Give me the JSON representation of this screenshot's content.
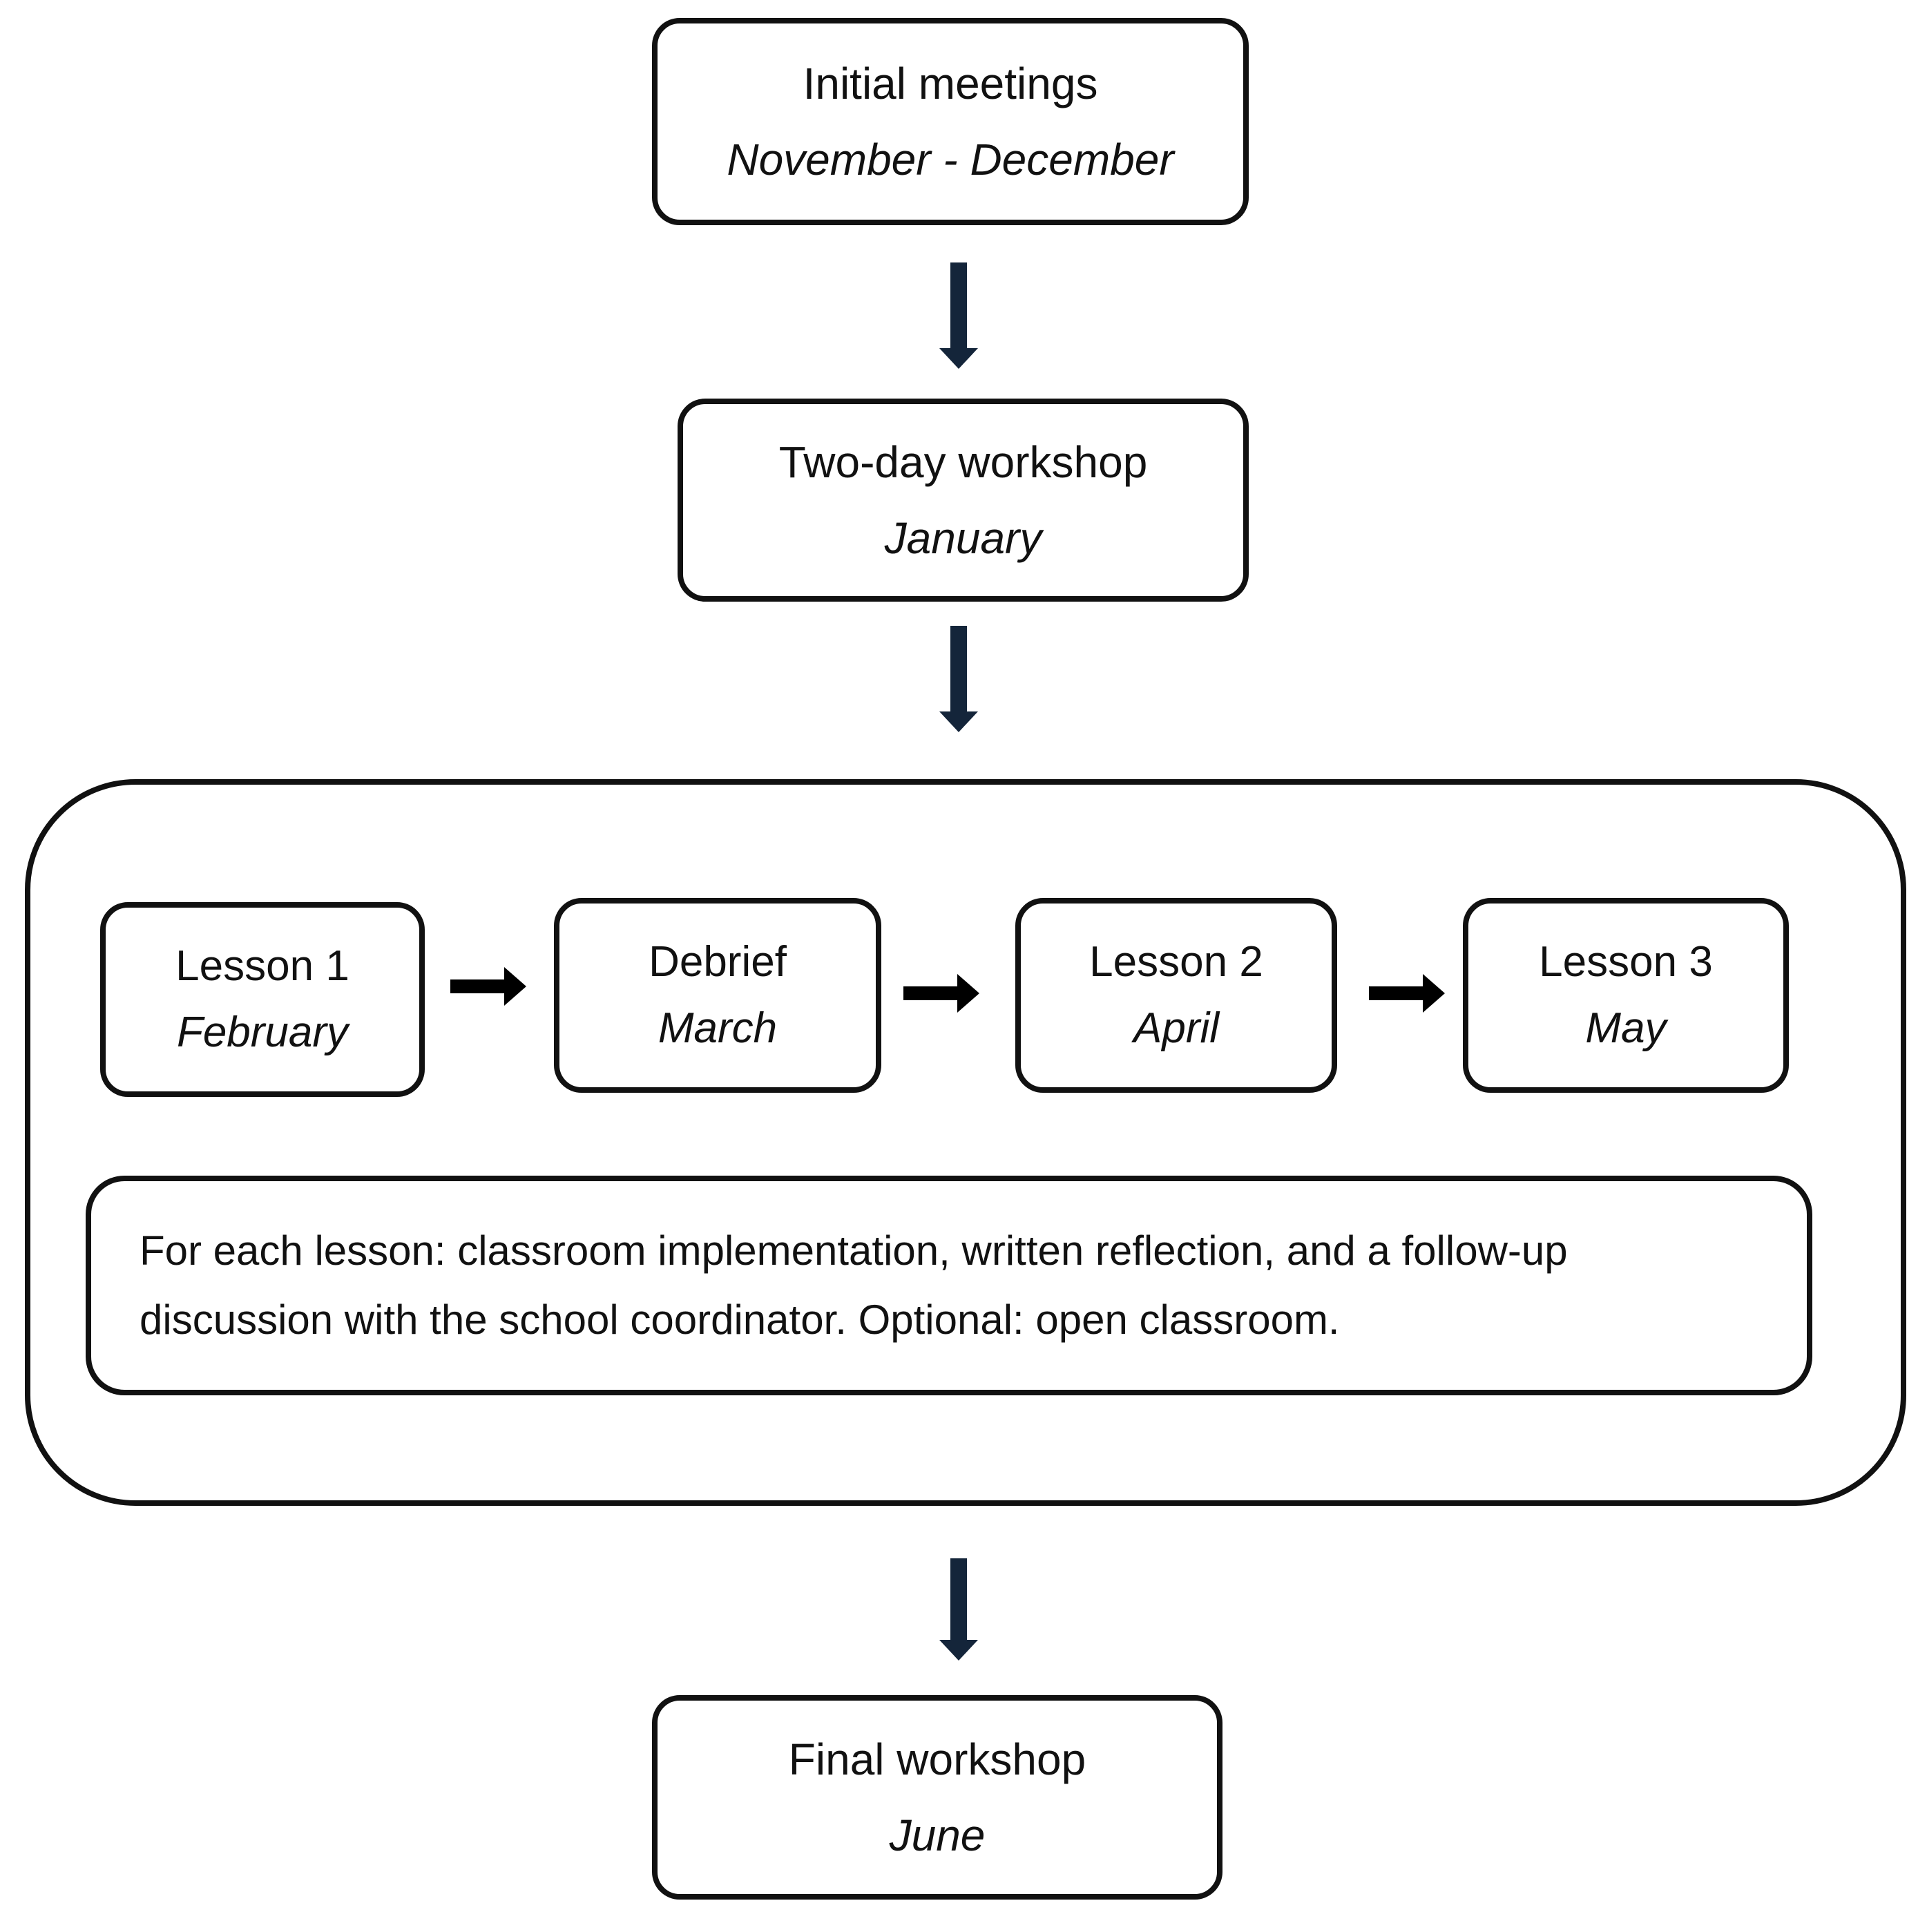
{
  "diagram": {
    "initial": {
      "title": "Initial meetings",
      "time": "November - December"
    },
    "workshop": {
      "title": "Two-day workshop",
      "time": "January"
    },
    "lessons": [
      {
        "title": "Lesson 1",
        "time": "February"
      },
      {
        "title": "Debrief",
        "time": "March"
      },
      {
        "title": "Lesson 2",
        "time": "April"
      },
      {
        "title": "Lesson 3",
        "time": "May"
      }
    ],
    "note": "For each lesson:  classroom implementation, written reflection, and a follow-up discussion with the school coordinator. Optional: open classroom.",
    "final": {
      "title": "Final workshop",
      "time": "June"
    }
  },
  "colors": {
    "border": "#111111",
    "arrow_vertical": "#14253a",
    "arrow_horizontal": "#000000"
  }
}
